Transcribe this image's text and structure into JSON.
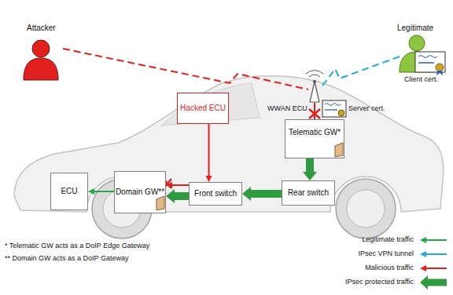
{
  "diagram": {
    "nodes": [
      {
        "text": [
          "Hacked ECU"
        ]
      },
      {
        "text": [
          "Telematic GW*"
        ]
      },
      {
        "text": [
          "ECU"
        ]
      },
      {
        "text": [
          "Domain GW**"
        ]
      },
      {
        "text": [
          "Front switch"
        ]
      },
      {
        "text": [
          "Rear switch"
        ]
      }
    ],
    "edges": [
      {
        "from": 1,
        "to": 5,
        "arrow": "to"
      },
      {
        "from": 5,
        "to": 4,
        "arrow": "to"
      },
      {
        "from": 4,
        "to": 3,
        "arrow": "to"
      },
      {
        "from": 3,
        "to": 2,
        "arrow": "to"
      },
      {
        "from": 0,
        "to": 4,
        "arrow": "to"
      },
      {
        "from": 4,
        "to": 3,
        "arrow": "to"
      }
    ],
    "labels": [
      "Attacker",
      "Legitimate",
      "Client cert.",
      "WWAN ECU",
      "Server cert.",
      "* Telematic GW acts as a DoIP Edge Gateway",
      "** Domain GW acts as a DoIP Gateway"
    ],
    "legend": [
      {
        "text": "Legitimate traffic"
      },
      {
        "text": "IPsec VPN tunnel"
      },
      {
        "text": "Malicious traffic"
      },
      {
        "text": "IPsec protected traffic"
      }
    ]
  }
}
